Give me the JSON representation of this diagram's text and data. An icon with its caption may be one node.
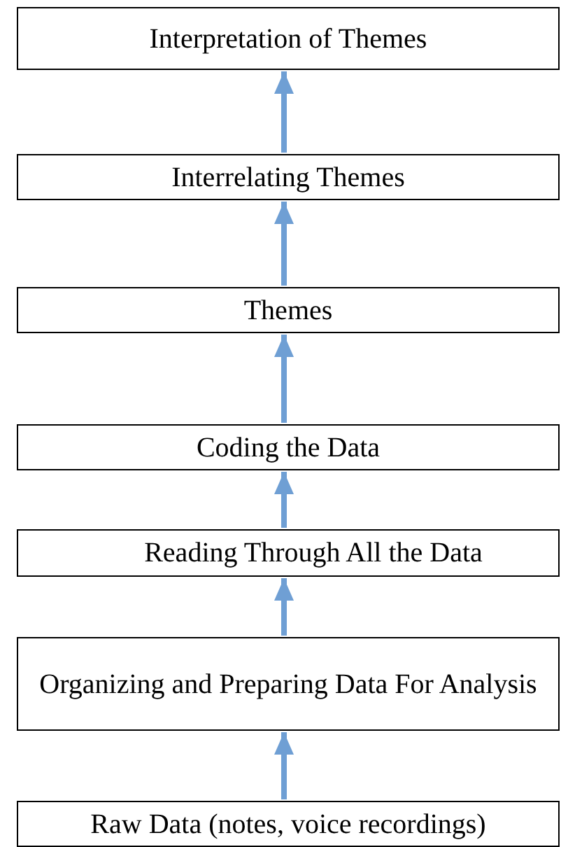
{
  "diagram": {
    "nodes": [
      {
        "text": [
          "Interpretation of Themes"
        ]
      },
      {
        "text": [
          "Interrelating Themes"
        ]
      },
      {
        "text": [
          "Themes"
        ]
      },
      {
        "text": [
          "Coding the Data"
        ]
      },
      {
        "text": [
          "Reading Through All the Data"
        ]
      },
      {
        "text": [
          "Organizing and Preparing Data For Analysis"
        ]
      },
      {
        "text": [
          "Raw Data (notes, voice recordings)"
        ]
      }
    ],
    "edges": [
      {
        "from": 6,
        "to": 5,
        "arrow": "to"
      },
      {
        "from": 5,
        "to": 4,
        "arrow": "to"
      },
      {
        "from": 4,
        "to": 3,
        "arrow": "to"
      },
      {
        "from": 3,
        "to": 2,
        "arrow": "to"
      },
      {
        "from": 2,
        "to": 1,
        "arrow": "to"
      },
      {
        "from": 1,
        "to": 0,
        "arrow": "to"
      }
    ]
  }
}
